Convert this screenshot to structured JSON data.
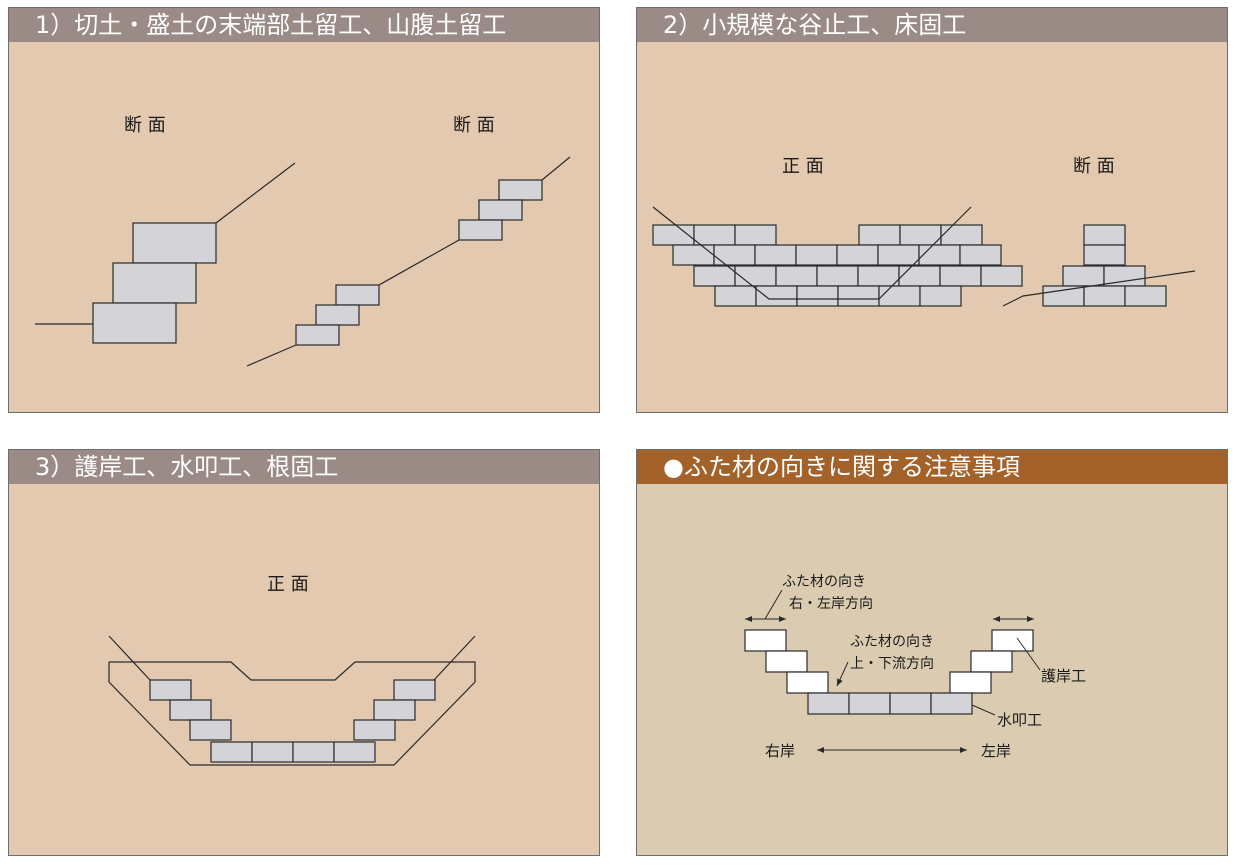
{
  "colors": {
    "header_gray": "#9a8b86",
    "header_brown": "#a4622b",
    "panel_tan": "#e3c9b0",
    "panel_beige": "#dbcbb0",
    "block_fill": "#d3d3d8",
    "block_white": "#ffffff",
    "line": "#2a2a2a"
  },
  "panel1": {
    "title": "1）切土・盛土の末端部土留工、山腹土留工",
    "label_left": "断 面",
    "label_right": "断 面"
  },
  "panel2": {
    "title": "2）小規模な谷止工、床固工",
    "label_left": "正 面",
    "label_right": "断 面"
  },
  "panel3": {
    "title": "3）護岸工、水叩工、根固工",
    "label_center": "正 面"
  },
  "panel4": {
    "title": "●ふた材の向きに関する注意事項",
    "dir_label_1": "ふた材の向き",
    "dir_sub_1": "右・左岸方向",
    "dir_label_2": "ふた材の向き",
    "dir_sub_2": "上・下流方向",
    "revetment": "護岸工",
    "apron": "水叩工",
    "right_bank": "右岸",
    "left_bank": "左岸"
  }
}
